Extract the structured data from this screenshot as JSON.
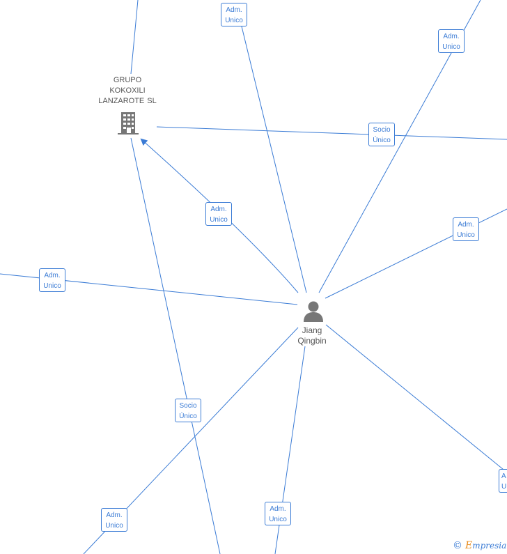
{
  "nodes": {
    "company": {
      "name_lines": [
        "GRUPO",
        "KOKOXILI",
        "LANZAROTE SL"
      ]
    },
    "person": {
      "name_lines": [
        "Jiang",
        "Qingbin"
      ]
    }
  },
  "edges": [
    {
      "id": "e1",
      "label_lines": [
        "Adm.",
        "Unico"
      ]
    },
    {
      "id": "e2",
      "label_lines": [
        "Adm.",
        "Unico"
      ]
    },
    {
      "id": "e3",
      "label_lines": [
        "Socio",
        "Único"
      ]
    },
    {
      "id": "e4",
      "label_lines": [
        "Adm.",
        "Unico"
      ]
    },
    {
      "id": "e5",
      "label_lines": [
        "Adm.",
        "Unico"
      ]
    },
    {
      "id": "e6",
      "label_lines": [
        "Adm.",
        "Unico"
      ]
    },
    {
      "id": "e7",
      "label_lines": [
        "Socio",
        "Único"
      ]
    },
    {
      "id": "e8",
      "label_lines": [
        "Adm.",
        "Unico"
      ]
    },
    {
      "id": "e9",
      "label_lines": [
        "Adm.",
        "Unico"
      ]
    },
    {
      "id": "e10",
      "label_lines": [
        "A",
        "U"
      ]
    }
  ],
  "colors": {
    "edge": "#3a7bd5",
    "node_icon": "#777777",
    "watermark_accent": "#e88a1a"
  },
  "watermark": {
    "copyright": "©",
    "brand_initial": "E",
    "brand_rest": "mpresia"
  }
}
